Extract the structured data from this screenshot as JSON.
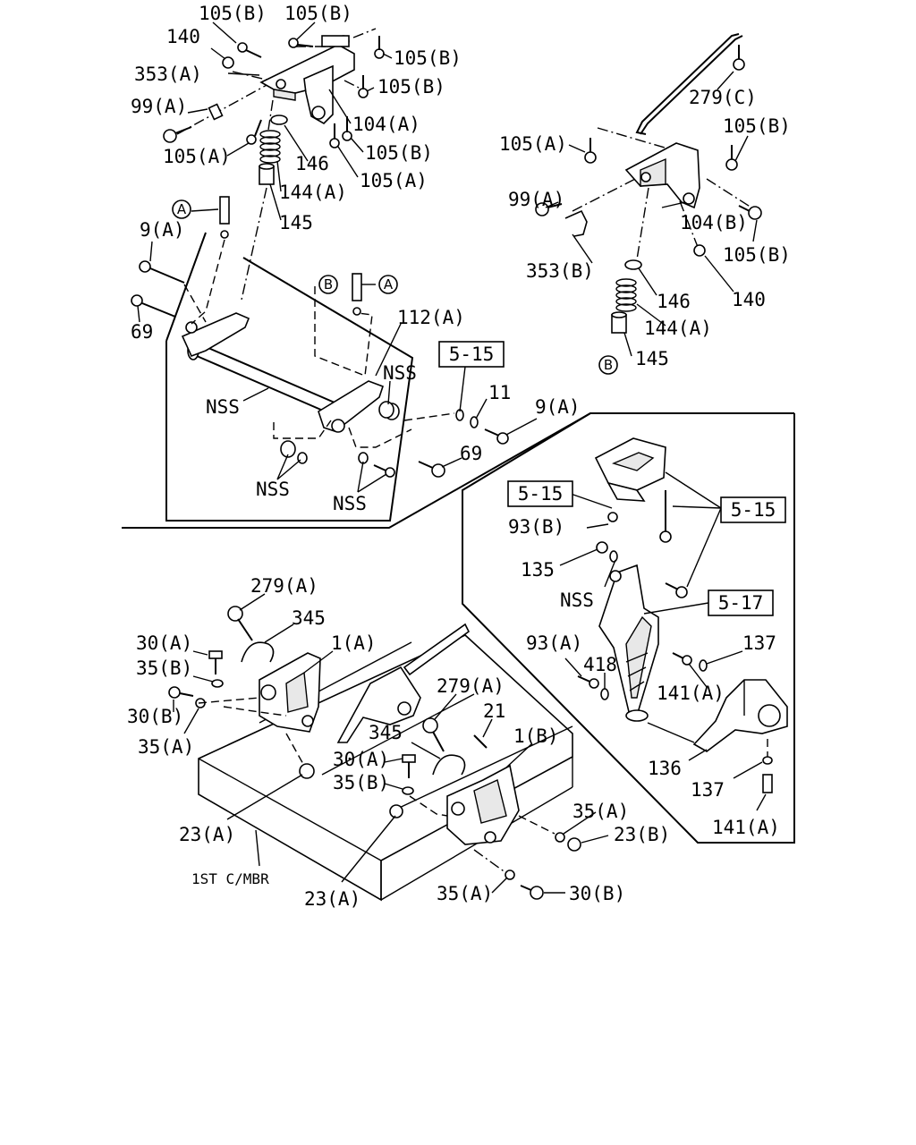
{
  "labels": {
    "p105B_1": "105(B)",
    "p105B_2": "105(B)",
    "p105B_3": "105(B)",
    "p105B_4": "105(B)",
    "p105B_5": "105(B)",
    "p105B_6": "105(B)",
    "p105B_7": "105(B)",
    "p140_1": "140",
    "p140_2": "140",
    "p353A": "353(A)",
    "p353B": "353(B)",
    "p99A_1": "99(A)",
    "p99A_2": "99(A)",
    "p104A": "104(A)",
    "p104B": "104(B)",
    "p105A_1": "105(A)",
    "p105A_2": "105(A)",
    "p105A_3": "105(A)",
    "p146_1": "146",
    "p146_2": "146",
    "p144A_1": "144(A)",
    "p144A_2": "144(A)",
    "p145_1": "145",
    "p145_2": "145",
    "p279C": "279(C)",
    "p279A_1": "279(A)",
    "p279A_2": "279(A)",
    "p9A_1": "9(A)",
    "p9A_2": "9(A)",
    "p69_1": "69",
    "p69_2": "69",
    "p112A": "112(A)",
    "nss_1": "NSS",
    "nss_2": "NSS",
    "nss_3": "NSS",
    "nss_4": "NSS",
    "nss_5": "NSS",
    "p11": "11",
    "p93B": "93(B)",
    "p93A": "93(A)",
    "p135": "135",
    "p418": "418",
    "p137_1": "137",
    "p137_2": "137",
    "p141A_1": "141(A)",
    "p141A_2": "141(A)",
    "p136": "136",
    "p345_1": "345",
    "p345_2": "345",
    "p1A": "1(A)",
    "p1B": "1(B)",
    "p30A_1": "30(A)",
    "p30A_2": "30(A)",
    "p30B_1": "30(B)",
    "p30B_2": "30(B)",
    "p35B_1": "35(B)",
    "p35B_2": "35(B)",
    "p35A_1": "35(A)",
    "p35A_2": "35(A)",
    "p35A_3": "35(A)",
    "p21": "21",
    "p23A_1": "23(A)",
    "p23A_2": "23(A)",
    "p23B": "23(B)",
    "cmbr": "1ST C/MBR"
  },
  "callouts": {
    "circleA_1": "A",
    "circleA_2": "A",
    "circleB_1": "B",
    "circleB_2": "B"
  },
  "refboxes": {
    "ref515_1": "5-15",
    "ref515_2": "5-15",
    "ref515_3": "5-15",
    "ref517": "5-17"
  }
}
